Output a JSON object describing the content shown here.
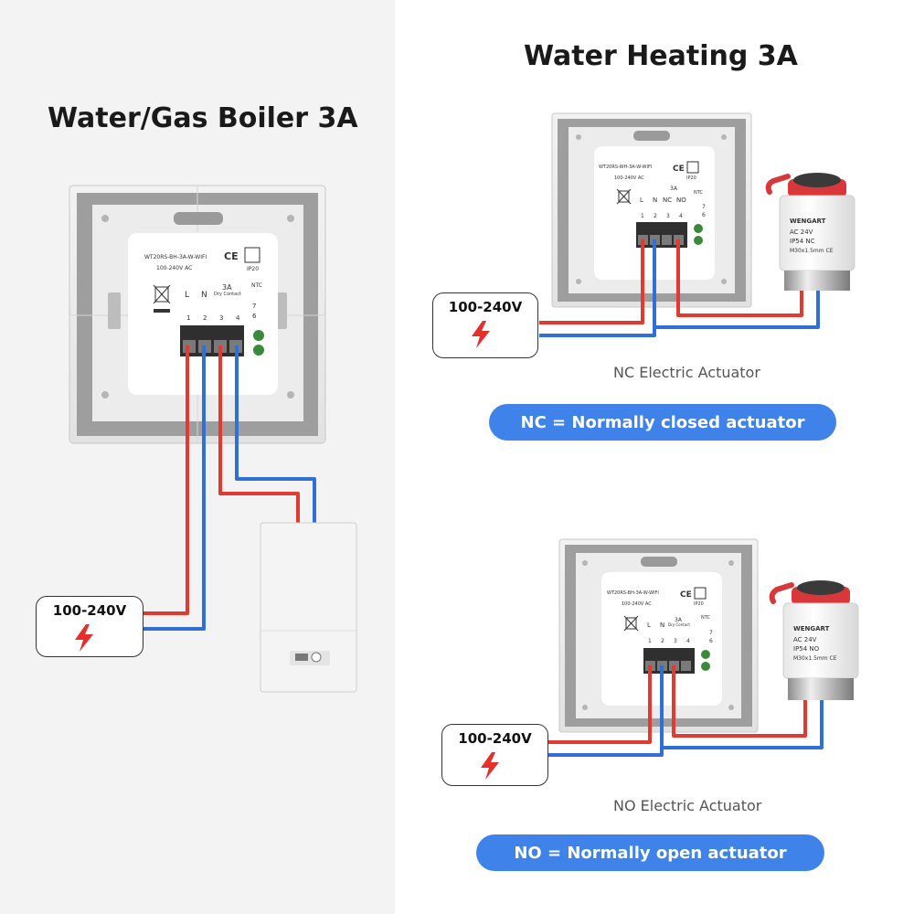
{
  "left_panel": {
    "title": "Water/Gas Boiler 3A",
    "thermostat": {
      "model": "WT20RS-BH-3A-W-WIFI",
      "voltage": "100-240V AC",
      "ip_rating": "IP20",
      "ce_mark": "CE",
      "rating": "3A",
      "contact_label": "Dry Contact",
      "sensor_label": "NTC",
      "terminal_letters": [
        "L",
        "N",
        "",
        ""
      ],
      "terminal_numbers": [
        "1",
        "2",
        "3",
        "4"
      ],
      "sensor_numbers": [
        "7",
        "6"
      ]
    },
    "power_label": "100-240V"
  },
  "right_panel": {
    "title": "Water Heating 3A",
    "nc_section": {
      "thermostat": {
        "model": "WT20RS-WH-3A-W-WIFI",
        "voltage": "100-240V AC",
        "ip_rating": "IP20",
        "ce_mark": "CE",
        "rating": "3A",
        "sensor_label": "NTC",
        "terminal_letters": [
          "L",
          "N",
          "NC",
          "NO"
        ],
        "terminal_numbers": [
          "1",
          "2",
          "3",
          "4"
        ],
        "sensor_numbers": [
          "7",
          "6"
        ]
      },
      "actuator": {
        "brand": "WENGART",
        "spec1": "AC 24V",
        "spec2": "IP54 NC",
        "spec3": "M30x1.5mm CE"
      },
      "power_label": "100-240V",
      "caption": "NC Electric Actuator",
      "pill": "NC = Normally closed actuator"
    },
    "no_section": {
      "thermostat": {
        "model": "WT20RS-BH-3A-W-WIFI",
        "voltage": "100-240V AC",
        "ip_rating": "IP20",
        "ce_mark": "CE",
        "rating": "3A",
        "contact_label": "Dry Contact",
        "sensor_label": "NTC",
        "terminal_letters": [
          "L",
          "N",
          "",
          ""
        ],
        "terminal_numbers": [
          "1",
          "2",
          "3",
          "4"
        ],
        "sensor_numbers": [
          "7",
          "6"
        ]
      },
      "actuator": {
        "brand": "WENGART",
        "spec1": "AC 24V",
        "spec2": "IP54 NO",
        "spec3": "M30x1.5mm CE"
      },
      "power_label": "100-240V",
      "caption": "NO Electric Actuator",
      "pill": "NO = Normally open actuator"
    }
  },
  "colors": {
    "live_wire": "#e03a31",
    "neutral_wire": "#2f6fd6",
    "pill_bg": "#3f83ea",
    "bolt": "#e62e2b"
  }
}
